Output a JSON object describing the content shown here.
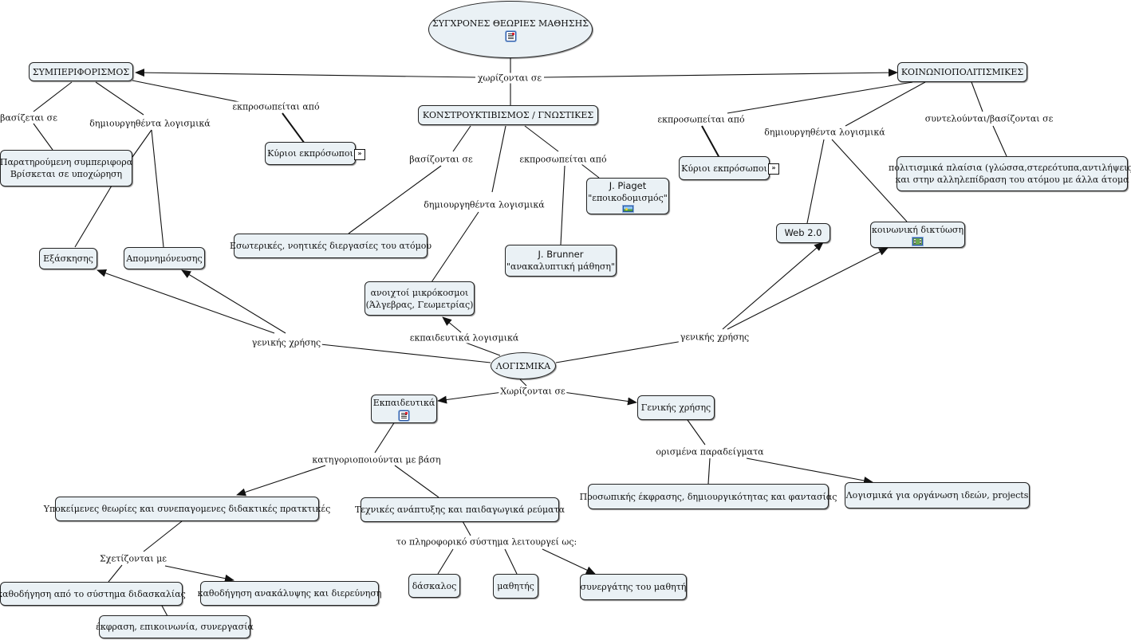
{
  "nodes": {
    "root": "ΣΥΓΧΡΟΝΕΣ ΘΕΩΡΙΕΣ ΜΑΘΗΣΗΣ",
    "behaviorism": "ΣΥΜΠΕΡΙΦΟΡΙΣΜΟΣ",
    "sociocultural": "ΚΟΙΝΩΝΙΟΠΟΛΙΤΙΣΜΙΚΕΣ",
    "constructivism": "ΚΟΝΣΤΡΟΥΚΤΙΒΙΣΜΟΣ / ΓΝΩΣΤΙΚΕΣ",
    "observed_behavior_1": "Παρατηρούμενη συμπεριφορα",
    "observed_behavior_2": "Βρίσκεται σε υποχώρηση",
    "main_reps_left": "Κύριοι εκπρόσωποι",
    "main_reps_right": "Κύριοι εκπρόσωποι",
    "practice": "Εξάσκησης",
    "memorization": "Απομνημόνευσης",
    "internal_processes": "Εσωτερικές, νοητικές διεργασίες του ατόμου",
    "microworlds_1": "ανοιχτοί μικρόκοσμοι",
    "microworlds_2": "(Άλγεβρας, Γεωμετρίας)",
    "piaget_1": "J. Piaget",
    "piaget_2": "\"εποικοδομισμός\"",
    "brunner_1": "J. Brunner",
    "brunner_2": "\"ανακαλυπτική μάθηση\"",
    "web20": "Web 2.0",
    "social_networking": "κοινωνική δικτύωση",
    "cultural_contexts_1": "πολιτισμικά πλαίσια (γλώσσα,στερεότυπα,αντιλήψεις)",
    "cultural_contexts_2": "και στην αλληλεπίδραση του ατόμου με άλλα άτομα",
    "software": "ΛΟΓΙΣΜΙΚΑ",
    "educational": "Εκπαιδευτικά",
    "general_use": "Γενικής χρήσης",
    "theories": "Υποκείμενες θεωρίες και συνεπαγομενες διδακτικές πρατκτικές",
    "techniques": "Τεχνικές ανάπτυξης και παιδαγωγικά ρεύματα",
    "personal_expression": "Προσωπικής έκφρασης, δημιουργικότητας και φαντασίας",
    "idea_org": "Λογισμικά για οργάνωση ιδεών, projects",
    "guidance_system": "καθοδήγηση από το σύστημα διδασκαλίας",
    "guidance_discovery": "καθοδήγηση ανακάλυψης και διερεύνηση",
    "expression": "έκφραση, επικοινωνία, συνεργασία",
    "teacher": "δάσκαλος",
    "student": "μαθητής",
    "collaborator": "συνεργάτης του μαθητή"
  },
  "labels": {
    "divided_into": "χωρίζονται σε",
    "represented_by_left": "εκπροσωπείται από",
    "based_on_left": "βασίζεται σε",
    "software_created_left": "δημιουργηθέντα λογισμικά",
    "based_on_center": "βασίζονται σε",
    "software_created_center": "δημιουργηθέντα λογισμικά",
    "represented_by_center": "εκπροσωπείται από",
    "represented_by_right": "εκπροσωπείται από",
    "software_created_right": "δημιουργηθέντα λογισμικά",
    "completed_based": "συντελούνται/βασίζονται σε",
    "general_use_left": "γενικής χρήσης",
    "general_use_right": "γενικής χρήσης",
    "educational_software": "εκπαιδευτικά λογισμικά",
    "divided_into_software": "Χωρίζονται σε",
    "categorized_by": "κατηγοριοποιούνται με βάση",
    "some_examples": "ορισμένα παραδείγματα",
    "related_to": "Σχετίζονται με",
    "computer_acts_as": "το πληροφορικό σύστημα λειτουργεί ως:"
  },
  "icons": {
    "root": "document-icon",
    "piaget": "image-icon",
    "social_networking": "film-icon",
    "educational": "document-icon",
    "main_reps": "expand-more-icon"
  },
  "colors": {
    "node_fill": "#eaf1f5",
    "node_border": "#222222",
    "link": "#111111",
    "background": "#ffffff"
  }
}
